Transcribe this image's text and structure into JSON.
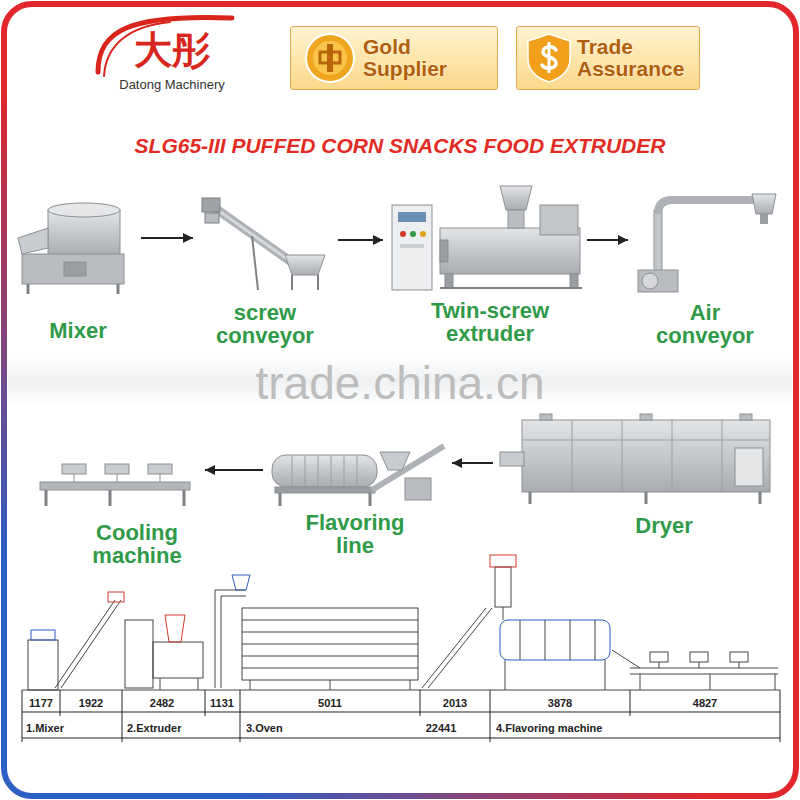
{
  "diagram": {
    "title": "SLG65-III PUFFED CORN SNACKS FOOD EXTRUDER",
    "nodes": [
      {
        "text": [
          "Gold Supplier"
        ]
      },
      {
        "text": [
          "Trade Assurance"
        ]
      },
      {
        "text": [
          "Mixer"
        ]
      },
      {
        "text": [
          "screw conveyor"
        ]
      },
      {
        "text": [
          "Twin-screw extruder"
        ]
      },
      {
        "text": [
          "Air conveyor"
        ]
      },
      {
        "text": [
          "Cooling machine"
        ]
      },
      {
        "text": [
          "Flavoring line"
        ]
      },
      {
        "text": [
          "Dryer"
        ]
      }
    ],
    "edges": [
      {
        "from": 2,
        "to": 3,
        "arrow": "to"
      },
      {
        "from": 3,
        "to": 4,
        "arrow": "to"
      },
      {
        "from": 4,
        "to": 5,
        "arrow": "to"
      },
      {
        "from": 8,
        "to": 7,
        "arrow": "to"
      },
      {
        "from": 7,
        "to": 6,
        "arrow": "to"
      }
    ],
    "labels": [
      "大彤",
      "Datong Machinery",
      "trade.china.cn",
      "1177",
      "1922",
      "2482",
      "1131",
      "5011",
      "2013",
      "3878",
      "4827",
      "1.Mixer",
      "2.Extruder",
      "3.Oven",
      "22441",
      "4.Flavoring machine"
    ]
  }
}
